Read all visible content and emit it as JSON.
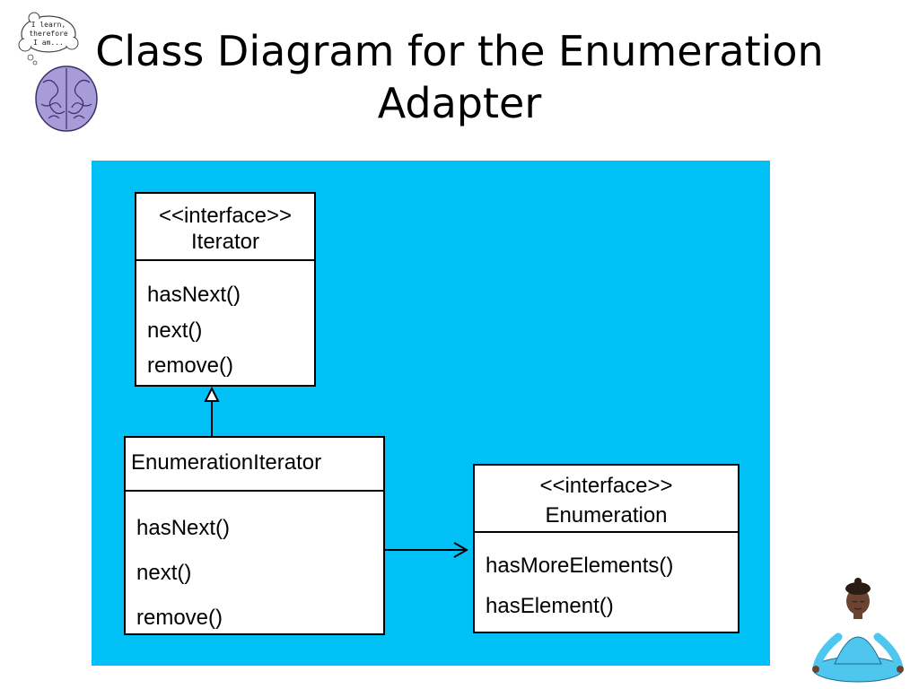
{
  "slide": {
    "title_line1": "Class Diagram for the Enumeration",
    "title_line2": "Adapter"
  },
  "logo": {
    "thought_line1": "I learn,",
    "thought_line2": "therefore",
    "thought_line3": "I am..."
  },
  "classes": {
    "iterator": {
      "stereotype": "<<interface>>",
      "name": "Iterator",
      "methods": [
        "hasNext()",
        "next()",
        "remove()"
      ]
    },
    "enumeration_iterator": {
      "name": "EnumerationIterator",
      "methods": [
        "hasNext()",
        "next()",
        "remove()"
      ]
    },
    "enumeration": {
      "stereotype": "<<interface>>",
      "name": "Enumeration",
      "methods": [
        "hasMoreElements()",
        "hasElement()"
      ]
    }
  },
  "colors": {
    "canvas": "#00c0f6",
    "box_fill": "#ffffff",
    "line": "#000000",
    "brain": "#a79bd8",
    "figure": "#4ec6ee"
  },
  "icons": {
    "logo": "brain-thought-icon",
    "figure": "meditating-person-icon"
  }
}
